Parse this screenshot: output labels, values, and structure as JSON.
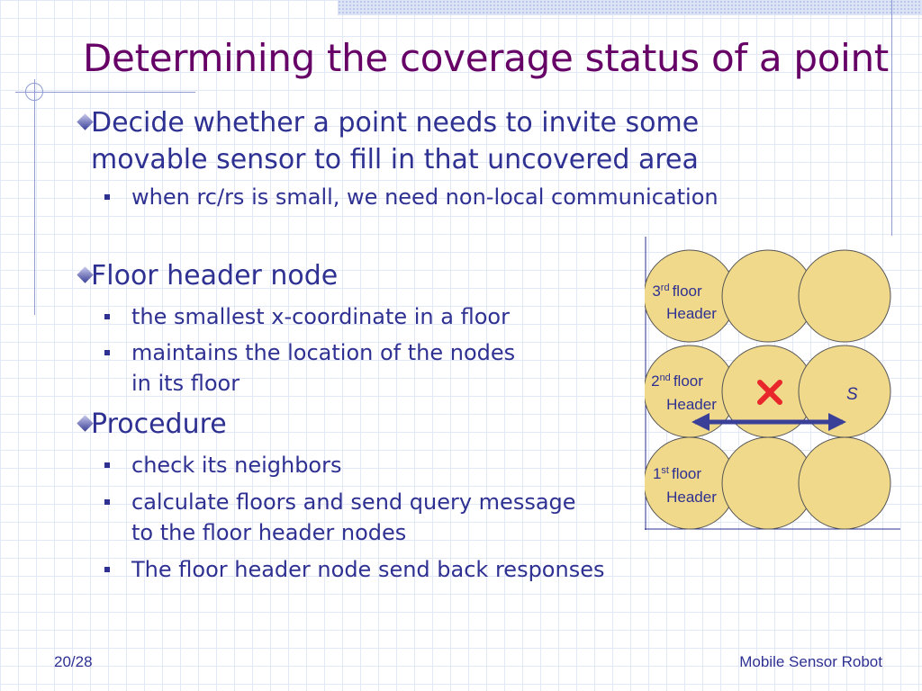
{
  "slide": {
    "title": "Determining the coverage status of a point",
    "page_number": "20/28",
    "footer_right": "Mobile Sensor Robot",
    "accent_title_color": "#660066",
    "text_color": "#2e3192"
  },
  "bullets": [
    {
      "text_lines": [
        "Decide whether a point needs to invite some",
        "movable sensor to fill in that uncovered area"
      ],
      "sub": [
        {
          "text_lines": [
            "when rc/rs is small, we need non-local communication"
          ]
        }
      ]
    },
    {
      "text_lines": [
        "Floor header node"
      ],
      "sub": [
        {
          "text_lines": [
            "the smallest x-coordinate in a floor"
          ]
        },
        {
          "text_lines": [
            "maintains the location of the nodes",
            "in its floor"
          ]
        }
      ]
    },
    {
      "text_lines": [
        "Procedure"
      ],
      "sub": [
        {
          "text_lines": [
            "check its neighbors"
          ]
        },
        {
          "text_lines": [
            "calculate floors and send query message",
            "to the floor header nodes"
          ]
        },
        {
          "text_lines": [
            "The floor header node send back responses"
          ]
        }
      ]
    }
  ],
  "diagram": {
    "floors": [
      {
        "num": "3",
        "sup": "rd",
        "word": "floor",
        "header": "Header"
      },
      {
        "num": "2",
        "sup": "nd",
        "word": "floor",
        "header": "Header"
      },
      {
        "num": "1",
        "sup": "st",
        "word": "floor",
        "header": "Header"
      }
    ],
    "s_label": "S",
    "circle_fill": "#f0d98a",
    "circle_stroke": "#555555",
    "cross_color": "#e8262c",
    "arrow_color": "#3a3f98"
  }
}
